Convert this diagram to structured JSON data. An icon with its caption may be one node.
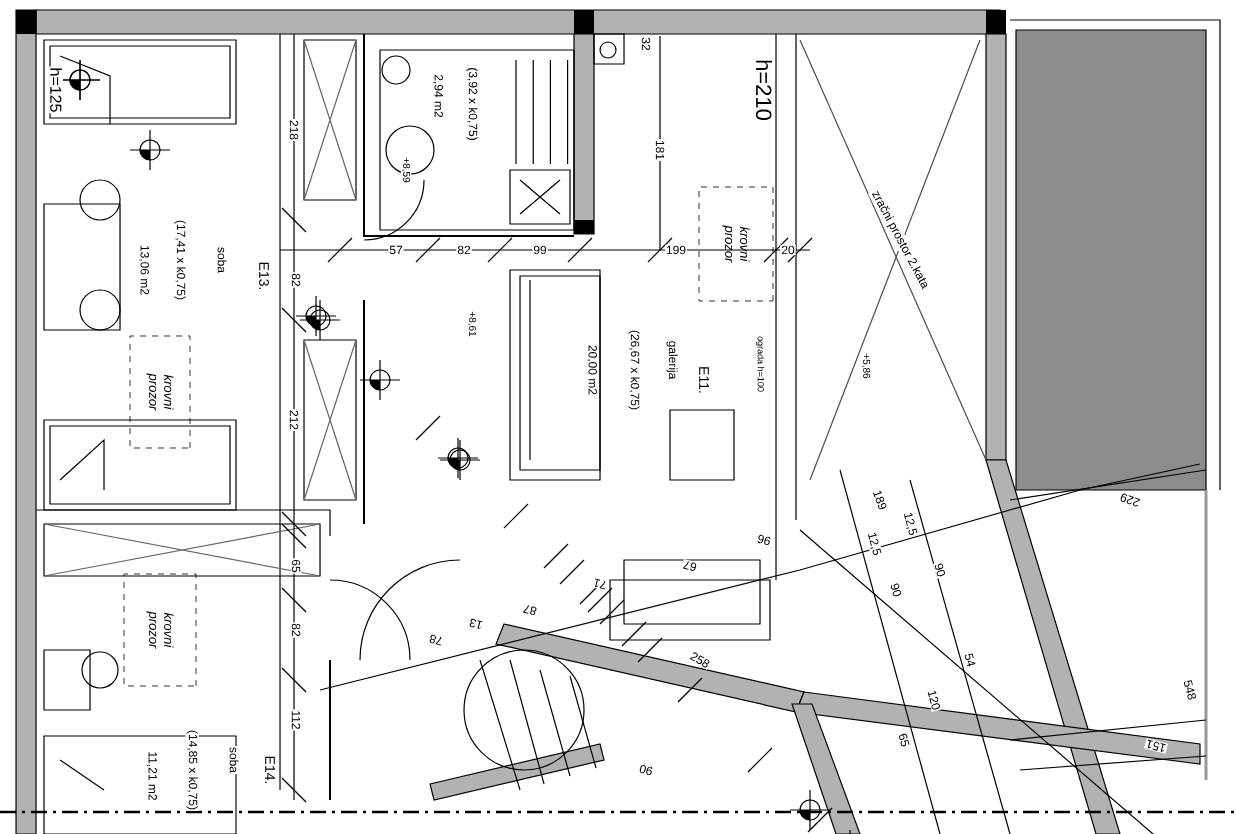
{
  "diagram": {
    "nodes": [
      {
        "text": [
          "krovni prozor"
        ]
      },
      {
        "text": [
          "krovni prozor"
        ]
      },
      {
        "text": [
          "krovni prozor"
        ]
      }
    ],
    "labels": [
      "h=125",
      "2,94 m2",
      "(3,92 x k0,75)",
      "32",
      "h=210",
      "218",
      "181",
      "+8,59",
      "zračni prostor 2.kata",
      "57",
      "82",
      "99",
      "199",
      "20",
      "13,06 m2",
      "(17,41 x k0,75)",
      "soba",
      "E13.",
      "82",
      "+8,61",
      "20,00 m2",
      "(26,67 x k0,75)",
      "galerija",
      "E11.",
      "ograda h=100",
      "+5,86",
      "212",
      "189",
      "229",
      "96",
      "12,5",
      "12,5",
      "65",
      "71",
      "67",
      "90",
      "90",
      "82",
      "78",
      "13",
      "87",
      "258",
      "120",
      "54",
      "548",
      "112",
      "65",
      "151",
      "11,21 m2",
      "(14,85 x k0,75)",
      "soba",
      "E14.",
      "90"
    ]
  }
}
